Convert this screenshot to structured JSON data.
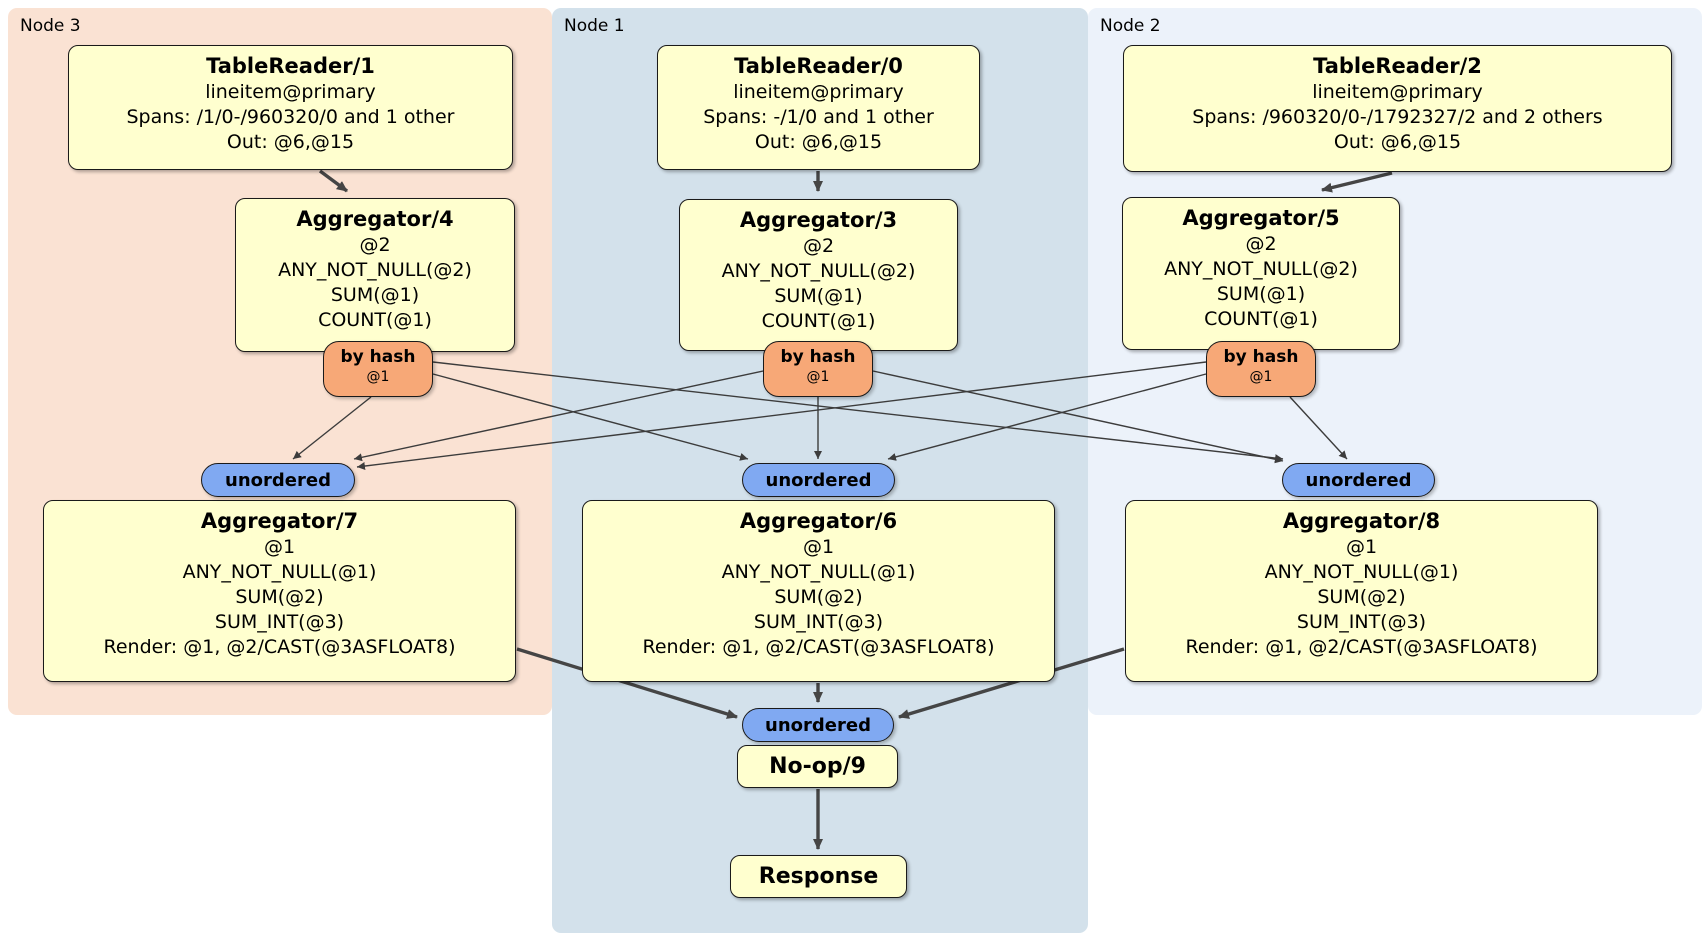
{
  "regions": {
    "node3": {
      "label": "Node 3"
    },
    "node1": {
      "label": "Node 1"
    },
    "node2": {
      "label": "Node 2"
    }
  },
  "processors": {
    "tablereader1": {
      "title": "TableReader/1",
      "lines": [
        "lineitem@primary",
        "Spans: /1/0-/960320/0 and 1 other",
        "Out: @6,@15"
      ]
    },
    "tablereader0": {
      "title": "TableReader/0",
      "lines": [
        "lineitem@primary",
        "Spans: -/1/0 and 1 other",
        "Out: @6,@15"
      ]
    },
    "tablereader2": {
      "title": "TableReader/2",
      "lines": [
        "lineitem@primary",
        "Spans: /960320/0-/1792327/2 and 2 others",
        "Out: @6,@15"
      ]
    },
    "aggregator4": {
      "title": "Aggregator/4",
      "lines": [
        "@2",
        "ANY_NOT_NULL(@2)",
        "SUM(@1)",
        "COUNT(@1)"
      ]
    },
    "aggregator3": {
      "title": "Aggregator/3",
      "lines": [
        "@2",
        "ANY_NOT_NULL(@2)",
        "SUM(@1)",
        "COUNT(@1)"
      ]
    },
    "aggregator5": {
      "title": "Aggregator/5",
      "lines": [
        "@2",
        "ANY_NOT_NULL(@2)",
        "SUM(@1)",
        "COUNT(@1)"
      ]
    },
    "aggregator7": {
      "title": "Aggregator/7",
      "lines": [
        "@1",
        "ANY_NOT_NULL(@1)",
        "SUM(@2)",
        "SUM_INT(@3)",
        "Render: @1, @2/CAST(@3ASFLOAT8)"
      ]
    },
    "aggregator6": {
      "title": "Aggregator/6",
      "lines": [
        "@1",
        "ANY_NOT_NULL(@1)",
        "SUM(@2)",
        "SUM_INT(@3)",
        "Render: @1, @2/CAST(@3ASFLOAT8)"
      ]
    },
    "aggregator8": {
      "title": "Aggregator/8",
      "lines": [
        "@1",
        "ANY_NOT_NULL(@1)",
        "SUM(@2)",
        "SUM_INT(@3)",
        "Render: @1, @2/CAST(@3ASFLOAT8)"
      ]
    },
    "noop9": {
      "title": "No-op/9"
    },
    "response": {
      "title": "Response"
    }
  },
  "routers": {
    "hash1": {
      "label": "by hash",
      "key": "@1"
    },
    "hash2": {
      "label": "by hash",
      "key": "@1"
    },
    "hash3": {
      "label": "by hash",
      "key": "@1"
    }
  },
  "streams": {
    "unordered1": {
      "label": "unordered"
    },
    "unordered2": {
      "label": "unordered"
    },
    "unordered3": {
      "label": "unordered"
    },
    "unordered4": {
      "label": "unordered"
    }
  },
  "colors": {
    "node3-bg": "#fae2d3",
    "node1-bg": "#d3e1eb",
    "node2-bg": "#ecf2fa",
    "box-bg": "#ffffcf",
    "router-bg": "#f7a877",
    "stream-bg": "#80a9f2",
    "edge-color": "#454545"
  }
}
